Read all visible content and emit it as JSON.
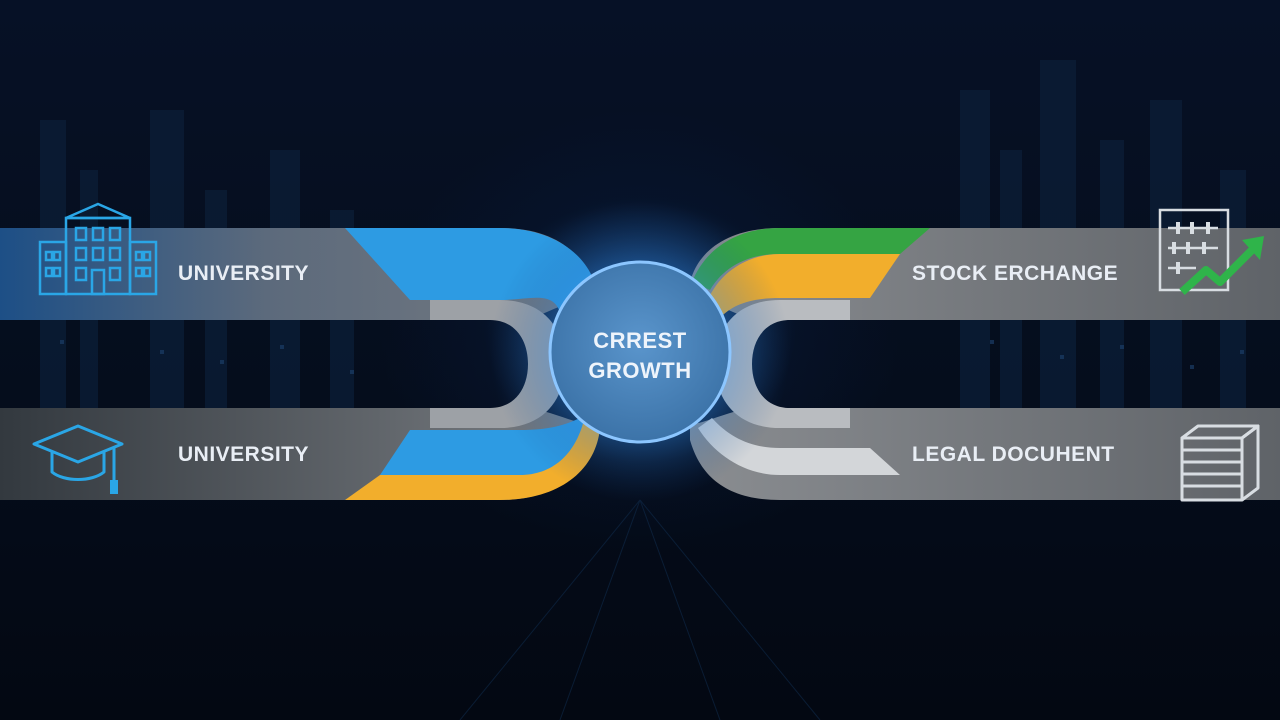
{
  "hub": {
    "line1": "CRREST",
    "line2": "GROWTH"
  },
  "nodes": [
    {
      "id": "left-top",
      "label": "UNIVERSITY",
      "icon": "university-building-icon"
    },
    {
      "id": "left-bottom",
      "label": "UNIVERSITY",
      "icon": "graduation-cap-icon"
    },
    {
      "id": "right-top",
      "label": "STOCK ERCHANGE",
      "icon": "stock-chart-icon"
    },
    {
      "id": "right-bottom",
      "label": "LEGAL DOCUHENT",
      "icon": "document-stack-icon"
    }
  ],
  "colors": {
    "blue": "#2d9be3",
    "gold": "#f2ae2c",
    "green": "#35a443",
    "band": "#6d7177",
    "hub": "#4a82b8",
    "icon_blue": "#2aa6e6",
    "icon_white": "#d8dde2",
    "arrow_green": "#2fb44a"
  }
}
